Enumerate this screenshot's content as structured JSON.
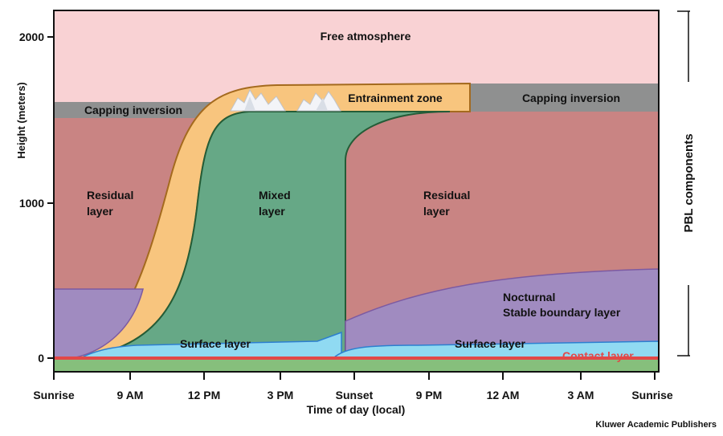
{
  "colors": {
    "free_atmosphere": "#f9d2d4",
    "residual": "#c98483",
    "mixed": "#66a886",
    "entrainment": "#f8c57e",
    "capping": "#8f9090",
    "nocturnal": "#a08bc0",
    "surface": "#90daf2",
    "contact": "#e24848",
    "ground": "#86bf7c"
  },
  "labels": {
    "free_atmosphere": "Free atmosphere",
    "entrainment_zone": "Entrainment zone",
    "capping_left": "Capping inversion",
    "capping_right": "Capping inversion",
    "residual_left_1": "Residual",
    "residual_left_2": "layer",
    "mixed_1": "Mixed",
    "mixed_2": "layer",
    "residual_right_1": "Residual",
    "residual_right_2": "layer",
    "nocturnal_1": "Nocturnal",
    "nocturnal_2": "Stable boundary layer",
    "surface_left": "Surface layer",
    "surface_right": "Surface layer",
    "contact": "Contact layer"
  },
  "axes": {
    "y_label": "Height (meters)",
    "x_label": "Time of day (local)",
    "y_ticks": [
      "2000",
      "1000",
      "0"
    ],
    "x_ticks": [
      "Sunrise",
      "9 AM",
      "12 PM",
      "3 PM",
      "Sunset",
      "9 PM",
      "12 AM",
      "3 AM",
      "Sunrise"
    ]
  },
  "side": {
    "pbl_label": "PBL components"
  },
  "credit": "Kluwer Academic Publishers"
}
